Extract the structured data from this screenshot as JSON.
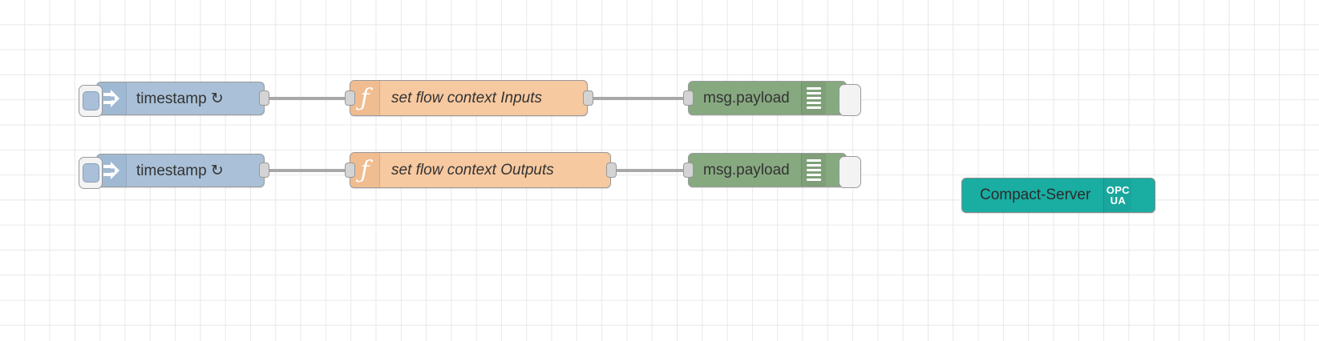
{
  "editor": {
    "name": "node-red-flow-canvas",
    "grid_color": "#e8e8e8",
    "background": "#ffffff"
  },
  "wire_color": "#a8a8a8",
  "flows": [
    {
      "id": "row-1",
      "inject": {
        "label": "timestamp ↻",
        "icon": "inject-arrow-icon",
        "button_icon": "inject-trigger-button",
        "color": "#a9c0d8"
      },
      "function": {
        "label": "set flow context Inputs",
        "icon": "function-f-icon",
        "glyph": "ƒ",
        "color": "#f7c9a0"
      },
      "debug": {
        "label": "msg.payload",
        "icon": "debug-lines-icon",
        "color": "#87a980",
        "bars": 5
      }
    },
    {
      "id": "row-2",
      "inject": {
        "label": "timestamp ↻",
        "icon": "inject-arrow-icon",
        "button_icon": "inject-trigger-button",
        "color": "#a9c0d8"
      },
      "function": {
        "label": "set flow context Outputs",
        "icon": "function-f-icon",
        "glyph": "ƒ",
        "color": "#f7c9a0"
      },
      "debug": {
        "label": "msg.payload",
        "icon": "debug-lines-icon",
        "color": "#87a980",
        "bars": 5
      }
    }
  ],
  "opcua": {
    "label": "Compact-Server",
    "icon": "opcua-badge-icon",
    "badge_line1": "OPC",
    "badge_line2": "UA",
    "color": "#1aada2"
  }
}
